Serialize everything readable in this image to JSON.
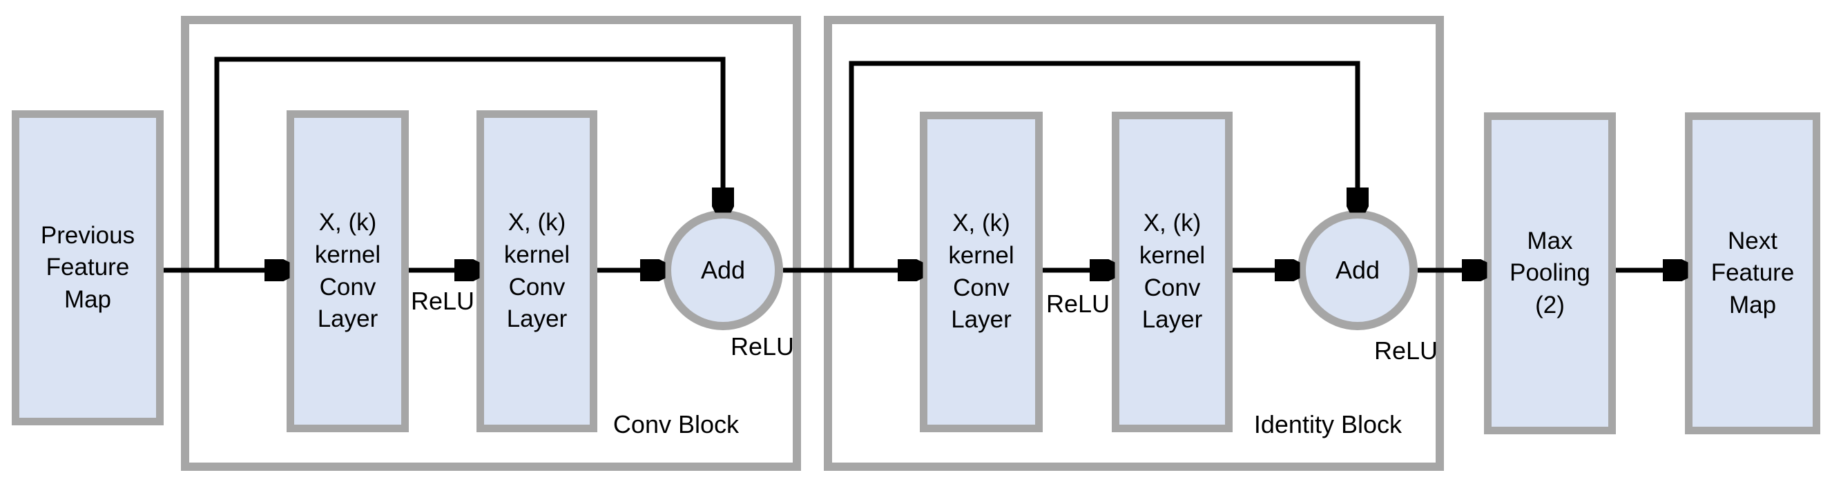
{
  "colors": {
    "box_fill": "#dae3f3",
    "box_border": "#a6a6a6",
    "block_border": "#a6a6a6",
    "arrow": "#000000",
    "text": "#000000",
    "background": "#ffffff"
  },
  "nodes": {
    "previous_feature_map": {
      "label": "Previous\nFeature\nMap"
    },
    "conv_block": {
      "title": "Conv Block",
      "conv_layer_1": "X, (k)\nkernel\nConv\nLayer",
      "conv_layer_2": "X, (k)\nkernel\nConv\nLayer",
      "relu_between_layers": "ReLU",
      "add": "Add",
      "relu_after_add": "ReLU"
    },
    "identity_block": {
      "title": "Identity Block",
      "conv_layer_1": "X, (k)\nkernel\nConv\nLayer",
      "conv_layer_2": "X, (k)\nkernel\nConv\nLayer",
      "relu_between_layers": "ReLU",
      "add": "Add",
      "relu_after_add": "ReLU"
    },
    "max_pooling": {
      "label": "Max\nPooling\n(2)"
    },
    "next_feature_map": {
      "label": "Next\nFeature\nMap"
    }
  },
  "edges": [
    {
      "from": "previous_feature_map",
      "to": "conv_block.conv_layer_1",
      "type": "arrow"
    },
    {
      "from": "conv_block.conv_layer_1",
      "to": "conv_block.conv_layer_2",
      "type": "arrow",
      "annotation": "ReLU"
    },
    {
      "from": "conv_block.conv_layer_2",
      "to": "conv_block.add",
      "type": "arrow"
    },
    {
      "from": "conv_block.input_branch",
      "to": "conv_block.add",
      "type": "skip-connection-arrow"
    },
    {
      "from": "conv_block.add",
      "to": "identity_block.conv_layer_1",
      "type": "arrow",
      "annotation": "ReLU"
    },
    {
      "from": "identity_block.conv_layer_1",
      "to": "identity_block.conv_layer_2",
      "type": "arrow",
      "annotation": "ReLU"
    },
    {
      "from": "identity_block.conv_layer_2",
      "to": "identity_block.add",
      "type": "arrow"
    },
    {
      "from": "identity_block.input_branch",
      "to": "identity_block.add",
      "type": "skip-connection-arrow"
    },
    {
      "from": "identity_block.add",
      "to": "max_pooling",
      "type": "arrow",
      "annotation": "ReLU"
    },
    {
      "from": "max_pooling",
      "to": "next_feature_map",
      "type": "arrow"
    }
  ]
}
